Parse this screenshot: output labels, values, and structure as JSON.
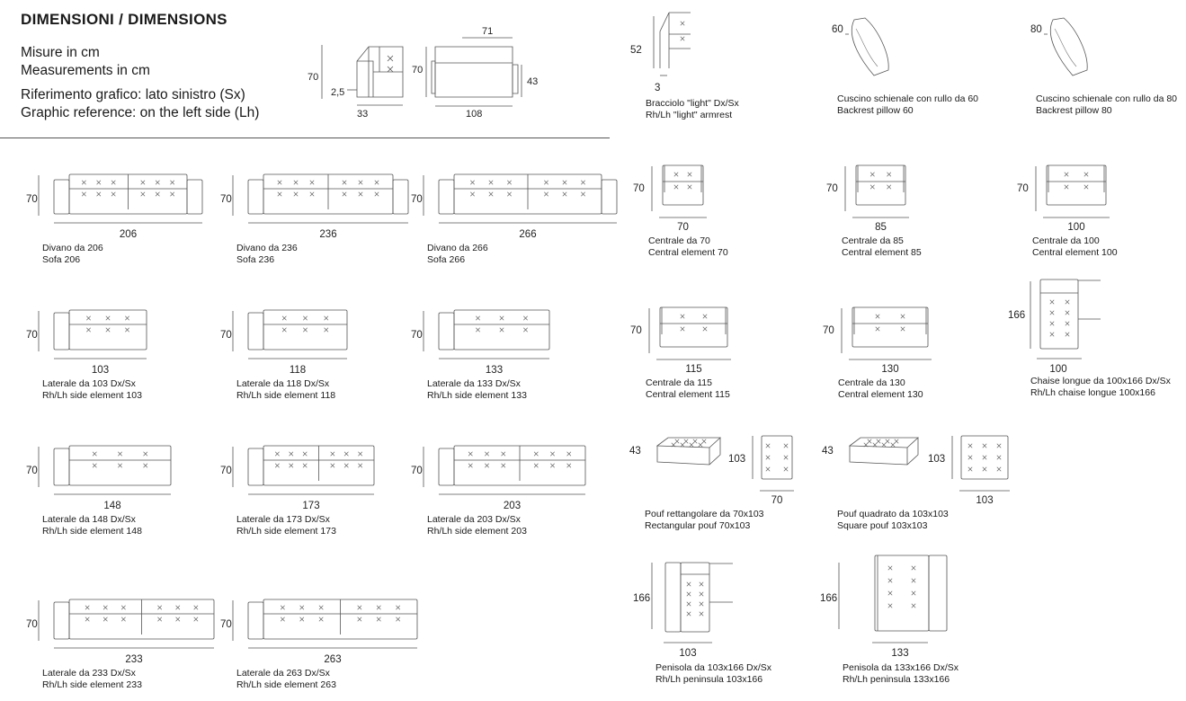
{
  "header": {
    "title": "DIMENSIONI / DIMENSIONS",
    "lines": [
      "Misure in cm",
      "Measurements in cm",
      "Riferimento grafico: lato sinistro (Sx)",
      "Graphic reference: on the left side (Lh)"
    ]
  },
  "legend_dims": {
    "h70a": "70",
    "arm": "2,5",
    "d33": "33",
    "w71": "71",
    "h70b": "70",
    "h43": "43",
    "d108": "108"
  },
  "items": [
    {
      "kind": "sofa",
      "ox": 25,
      "oy": 180,
      "w": 165,
      "parts": 2,
      "arms": "both",
      "h": "70",
      "d": "206",
      "l1": "Divano da 206",
      "l2": "Sofa 206"
    },
    {
      "kind": "sofa",
      "ox": 241,
      "oy": 180,
      "w": 178,
      "parts": 2,
      "arms": "both",
      "h": "70",
      "d": "236",
      "l1": "Divano da 236",
      "l2": "Sofa 236"
    },
    {
      "kind": "sofa",
      "ox": 453,
      "oy": 180,
      "w": 198,
      "parts": 2,
      "arms": "both",
      "h": "70",
      "d": "266",
      "l1": "Divano da 266",
      "l2": "Sofa 266"
    },
    {
      "kind": "sofa",
      "ox": 25,
      "oy": 331,
      "w": 103,
      "parts": 1,
      "arms": "left",
      "h": "70",
      "d": "103",
      "l1": "Laterale da 103 Dx/Sx",
      "l2": "Rh/Lh side element 103"
    },
    {
      "kind": "sofa",
      "ox": 241,
      "oy": 331,
      "w": 110,
      "parts": 1,
      "arms": "left",
      "h": "70",
      "d": "118",
      "l1": "Laterale da 118 Dx/Sx",
      "l2": "Rh/Lh side element 118"
    },
    {
      "kind": "sofa",
      "ox": 453,
      "oy": 331,
      "w": 123,
      "parts": 1,
      "arms": "left",
      "h": "70",
      "d": "133",
      "l1": "Laterale da 133 Dx/Sx",
      "l2": "Rh/Lh side element 133"
    },
    {
      "kind": "sofa",
      "ox": 25,
      "oy": 482,
      "w": 130,
      "parts": 1,
      "arms": "left",
      "h": "70",
      "d": "148",
      "l1": "Laterale da 148 Dx/Sx",
      "l2": "Rh/Lh side element 148"
    },
    {
      "kind": "sofa",
      "ox": 241,
      "oy": 482,
      "w": 140,
      "parts": 2,
      "arms": "left",
      "h": "70",
      "d": "173",
      "l1": "Laterale da 173 Dx/Sx",
      "l2": "Rh/Lh side element 173"
    },
    {
      "kind": "sofa",
      "ox": 453,
      "oy": 482,
      "w": 163,
      "parts": 2,
      "arms": "left",
      "h": "70",
      "d": "203",
      "l1": "Laterale da 203 Dx/Sx",
      "l2": "Rh/Lh side element 203"
    },
    {
      "kind": "sofa",
      "ox": 25,
      "oy": 653,
      "w": 178,
      "parts": 2,
      "arms": "left",
      "h": "70",
      "d": "233",
      "l1": "Laterale da 233 Dx/Sx",
      "l2": "Rh/Lh side element 233"
    },
    {
      "kind": "sofa",
      "ox": 241,
      "oy": 653,
      "w": 188,
      "parts": 2,
      "arms": "left",
      "h": "70",
      "d": "263",
      "l1": "Laterale da 263 Dx/Sx",
      "l2": "Rh/Lh side element 263"
    },
    {
      "kind": "armrest",
      "ox": 700,
      "oy": 10,
      "h": "52",
      "d": "3",
      "l1": "Bracciolo \"light\" Dx/Sx",
      "l2": "Rh/Lh \"light\" armrest"
    },
    {
      "kind": "pillow",
      "ox": 922,
      "oy": 20,
      "h": "60",
      "l1": "Cuscino schienale con rullo da 60",
      "l2": "Backrest pillow 60"
    },
    {
      "kind": "pillow",
      "ox": 1143,
      "oy": 20,
      "h": "80",
      "l1": "Cuscino schienale con rullo da 80",
      "l2": "Backrest pillow 80"
    },
    {
      "kind": "central",
      "ox": 700,
      "oy": 180,
      "w": 45,
      "h": "70",
      "d": "70",
      "l1": "Centrale da 70",
      "l2": "Central element 70"
    },
    {
      "kind": "central",
      "ox": 915,
      "oy": 180,
      "w": 55,
      "h": "70",
      "d": "85",
      "l1": "Centrale da 85",
      "l2": "Central element 85"
    },
    {
      "kind": "central",
      "ox": 1127,
      "oy": 180,
      "w": 66,
      "h": "70",
      "d": "100",
      "l1": "Centrale da 100",
      "l2": "Central element 100"
    },
    {
      "kind": "central",
      "ox": 697,
      "oy": 338,
      "w": 75,
      "h": "70",
      "d": "115",
      "l1": "Centrale da 115",
      "l2": "Central element 115"
    },
    {
      "kind": "central",
      "ox": 911,
      "oy": 338,
      "w": 84,
      "h": "70",
      "d": "130",
      "l1": "Centrale da 130",
      "l2": "Central element 130"
    },
    {
      "kind": "chaise",
      "ox": 1118,
      "oy": 308,
      "h": "166",
      "d": "100",
      "l1": "Chaise longue da 100x166 Dx/Sx",
      "l2": "Rh/Lh chaise longue 100x166"
    },
    {
      "kind": "pouf",
      "ox": 697,
      "oy": 484,
      "size": "rect",
      "h": "43",
      "t": "103",
      "d": "70",
      "l1": "Pouf rettangolare da 70x103",
      "l2": "Rectangular pouf 70x103"
    },
    {
      "kind": "pouf",
      "ox": 911,
      "oy": 484,
      "size": "square",
      "h": "43",
      "t": "103",
      "d": "103",
      "l1": "Pouf quadrato da 103x103",
      "l2": "Square pouf 103x103"
    },
    {
      "kind": "peninsula",
      "ox": 703,
      "oy": 616,
      "w": 80,
      "h": "166",
      "d": "103",
      "l1": "Penisola da 103x166 Dx/Sx",
      "l2": "Rh/Lh peninsula 103x166"
    },
    {
      "kind": "peninsula",
      "ox": 911,
      "oy": 616,
      "w": 120,
      "h": "166",
      "d": "133",
      "l1": "Penisola da 133x166 Dx/Sx",
      "l2": "Rh/Lh peninsula 133x166"
    }
  ]
}
